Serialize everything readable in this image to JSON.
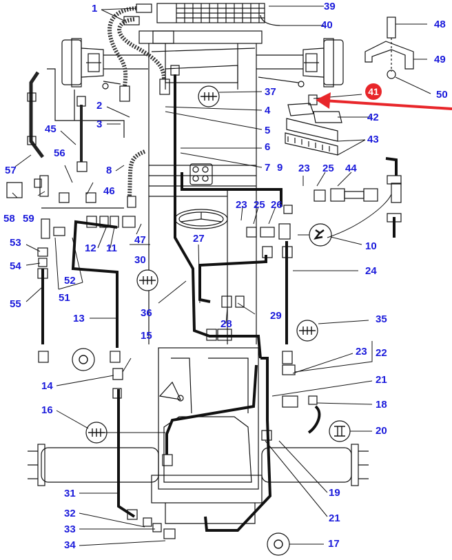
{
  "diagram": {
    "type": "exploded-parts-diagram",
    "subject": "tractor hydraulic brake / hose layout",
    "label_color": "#1a1adb",
    "highlight_color": "#e8262a",
    "highlighted_part": "41",
    "callouts": [
      {
        "id": "c1",
        "text": "1"
      },
      {
        "id": "c2",
        "text": "2"
      },
      {
        "id": "c3",
        "text": "3"
      },
      {
        "id": "c4",
        "text": "4"
      },
      {
        "id": "c5",
        "text": "5"
      },
      {
        "id": "c6",
        "text": "6"
      },
      {
        "id": "c7",
        "text": "7"
      },
      {
        "id": "c8",
        "text": "8"
      },
      {
        "id": "c9",
        "text": "9"
      },
      {
        "id": "c10",
        "text": "10"
      },
      {
        "id": "c11",
        "text": "11"
      },
      {
        "id": "c12",
        "text": "12"
      },
      {
        "id": "c13",
        "text": "13"
      },
      {
        "id": "c14",
        "text": "14"
      },
      {
        "id": "c15",
        "text": "15"
      },
      {
        "id": "c16",
        "text": "16"
      },
      {
        "id": "c17",
        "text": "17"
      },
      {
        "id": "c18",
        "text": "18"
      },
      {
        "id": "c19",
        "text": "19"
      },
      {
        "id": "c20",
        "text": "20"
      },
      {
        "id": "c21a",
        "text": "21"
      },
      {
        "id": "c21b",
        "text": "21"
      },
      {
        "id": "c22",
        "text": "22"
      },
      {
        "id": "c23a",
        "text": "23"
      },
      {
        "id": "c23b",
        "text": "23"
      },
      {
        "id": "c23c",
        "text": "23"
      },
      {
        "id": "c24",
        "text": "24"
      },
      {
        "id": "c25a",
        "text": "25"
      },
      {
        "id": "c25b",
        "text": "25"
      },
      {
        "id": "c26",
        "text": "26"
      },
      {
        "id": "c27",
        "text": "27"
      },
      {
        "id": "c28",
        "text": "28"
      },
      {
        "id": "c29",
        "text": "29"
      },
      {
        "id": "c30",
        "text": "30"
      },
      {
        "id": "c31",
        "text": "31"
      },
      {
        "id": "c32",
        "text": "32"
      },
      {
        "id": "c33",
        "text": "33"
      },
      {
        "id": "c34",
        "text": "34"
      },
      {
        "id": "c35",
        "text": "35"
      },
      {
        "id": "c36",
        "text": "36"
      },
      {
        "id": "c37",
        "text": "37"
      },
      {
        "id": "c39",
        "text": "39"
      },
      {
        "id": "c40",
        "text": "40"
      },
      {
        "id": "c41",
        "text": "41"
      },
      {
        "id": "c42",
        "text": "42"
      },
      {
        "id": "c43",
        "text": "43"
      },
      {
        "id": "c44",
        "text": "44"
      },
      {
        "id": "c45",
        "text": "45"
      },
      {
        "id": "c46",
        "text": "46"
      },
      {
        "id": "c47",
        "text": "47"
      },
      {
        "id": "c48",
        "text": "48"
      },
      {
        "id": "c49",
        "text": "49"
      },
      {
        "id": "c50",
        "text": "50"
      },
      {
        "id": "c51",
        "text": "51"
      },
      {
        "id": "c52",
        "text": "52"
      },
      {
        "id": "c53",
        "text": "53"
      },
      {
        "id": "c54",
        "text": "54"
      },
      {
        "id": "c55",
        "text": "55"
      },
      {
        "id": "c56",
        "text": "56"
      },
      {
        "id": "c57",
        "text": "57"
      },
      {
        "id": "c58",
        "text": "58"
      },
      {
        "id": "c59",
        "text": "59"
      }
    ],
    "symbols": [
      {
        "id": "sym-brake-37",
        "meaning": "brake"
      },
      {
        "id": "sym-parking-10",
        "meaning": "driver-seat / operator"
      },
      {
        "id": "sym-brake-30",
        "meaning": "brake"
      },
      {
        "id": "sym-brake-35",
        "meaning": "brake"
      },
      {
        "id": "sym-brake-16",
        "meaning": "brake"
      },
      {
        "id": "sym-pump-13",
        "meaning": "pump / gear"
      },
      {
        "id": "sym-4wd-20",
        "meaning": "four-wheel-drive"
      },
      {
        "id": "sym-pump-17",
        "meaning": "pump / gear"
      }
    ]
  }
}
